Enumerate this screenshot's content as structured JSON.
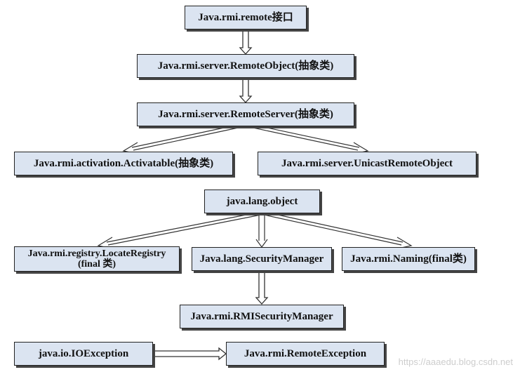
{
  "nodes": {
    "remote": "Java.rmi.remote接口",
    "remote_object": "Java.rmi.server.RemoteObject(抽象类)",
    "remote_server": "Java.rmi.server.RemoteServer(抽象类)",
    "activatable": "Java.rmi.activation.Activatable(抽象类)",
    "unicast": "Java.rmi.server.UnicastRemoteObject",
    "lang_object": "java.lang.object",
    "locate_registry_line1": "Java.rmi.registry.LocateRegistry",
    "locate_registry_line2": "(final 类)",
    "security_manager": "Java.lang.SecurityManager",
    "naming": "Java.rmi.Naming(final类)",
    "rmi_security_manager": "Java.rmi.RMISecurityManager",
    "io_exception": "java.io.IOException",
    "remote_exception": "Java.rmi.RemoteException"
  },
  "watermark": "https://aaaedu.blog.csdn.net",
  "colors": {
    "box_fill": "#dbe4f1",
    "box_border": "#222222",
    "arrow": "#333333"
  }
}
